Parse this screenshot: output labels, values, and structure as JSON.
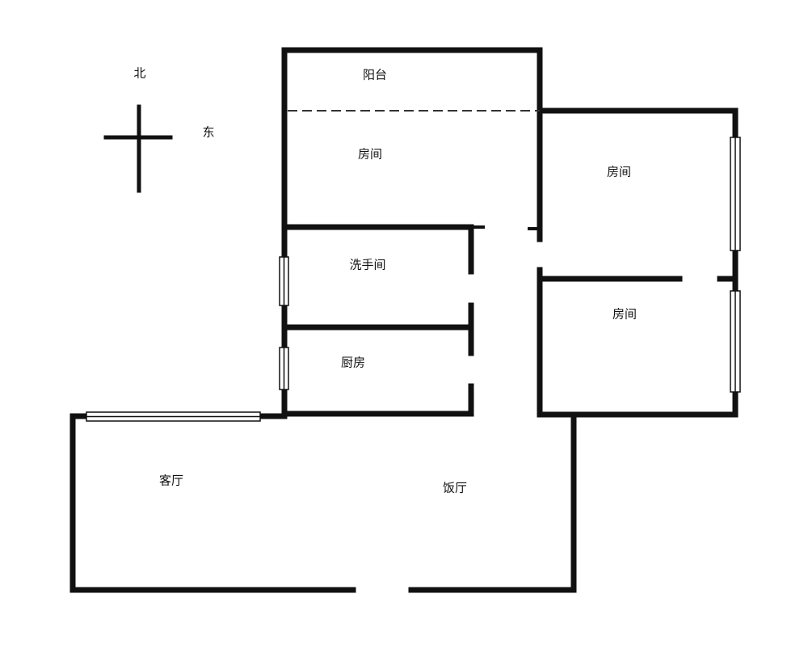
{
  "compass": {
    "north": "北",
    "east": "东"
  },
  "rooms": {
    "balcony": "阳台",
    "bedroom_north": "房间",
    "bedroom_east_top": "房间",
    "bathroom": "洗手间",
    "kitchen": "厨房",
    "bedroom_east_bottom": "房间",
    "living_room": "客厅",
    "dining_room": "饭厅"
  },
  "colors": {
    "wall": "#111111",
    "background": "#ffffff"
  }
}
